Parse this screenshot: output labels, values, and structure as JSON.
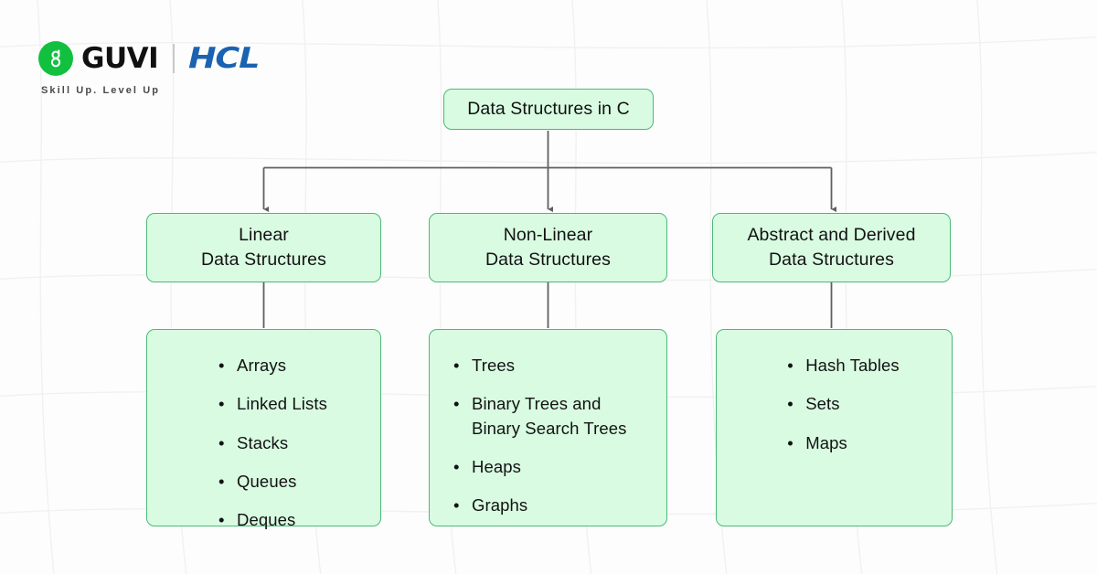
{
  "brand": {
    "logo_icon": "guvi-g-mark-icon",
    "name": "GUVI",
    "partner": "HCL",
    "tagline": "Skill Up. Level Up",
    "colors": {
      "guvi_green": "#12c03f",
      "hcl_blue": "#1b63b0",
      "tagline_gray": "#4a4a4a"
    }
  },
  "diagram": {
    "type": "hierarchy-tree",
    "colors": {
      "node_fill": "#d9fbe2",
      "node_border": "#4bb978",
      "connector": "#5f5f5f",
      "background": "#fdfdfd"
    },
    "root": {
      "label": "Data Structures in C"
    },
    "branches": [
      {
        "title_line1": "Linear",
        "title_line2": "Data Structures",
        "items": [
          "Arrays",
          "Linked Lists",
          "Stacks",
          "Queues",
          "Deques"
        ]
      },
      {
        "title_line1": "Non-Linear",
        "title_line2": "Data Structures",
        "items": [
          "Trees",
          "Binary Trees and Binary Search Trees",
          "Heaps",
          "Graphs"
        ]
      },
      {
        "title_line1": "Abstract and Derived",
        "title_line2": "Data Structures",
        "items": [
          "Hash Tables",
          "Sets",
          "Maps"
        ]
      }
    ],
    "bullet_glyph": "•"
  }
}
